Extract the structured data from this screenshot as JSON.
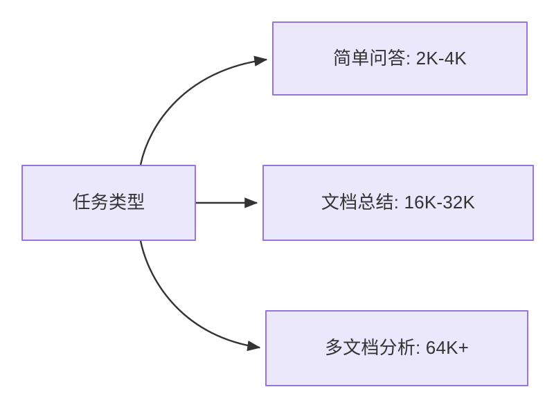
{
  "diagram": {
    "type": "flowchart",
    "direction": "left-to-right",
    "background_color": "#ffffff",
    "node_fill_color": "#ebe8fb",
    "node_border_color": "#9575dd",
    "node_text_color": "#333333",
    "edge_color": "#333333",
    "nodes": [
      {
        "id": "source",
        "label": "任务类型",
        "role": "root"
      },
      {
        "id": "simple-qa",
        "label": "简单问答: 2K-4K",
        "role": "leaf"
      },
      {
        "id": "doc-summary",
        "label": "文档总结: 16K-32K",
        "role": "leaf"
      },
      {
        "id": "multi-doc",
        "label": "多文档分析: 64K+",
        "role": "leaf"
      }
    ],
    "edges": [
      {
        "id": "edge-source-simple-qa",
        "from": "source",
        "to": "simple-qa",
        "style": "curved",
        "arrowhead": "filled-triangle",
        "label": ""
      },
      {
        "id": "edge-source-doc-summary",
        "from": "source",
        "to": "doc-summary",
        "style": "straight",
        "arrowhead": "filled-triangle",
        "label": ""
      },
      {
        "id": "edge-source-multi-doc",
        "from": "source",
        "to": "multi-doc",
        "style": "curved",
        "arrowhead": "filled-triangle",
        "label": ""
      }
    ]
  }
}
